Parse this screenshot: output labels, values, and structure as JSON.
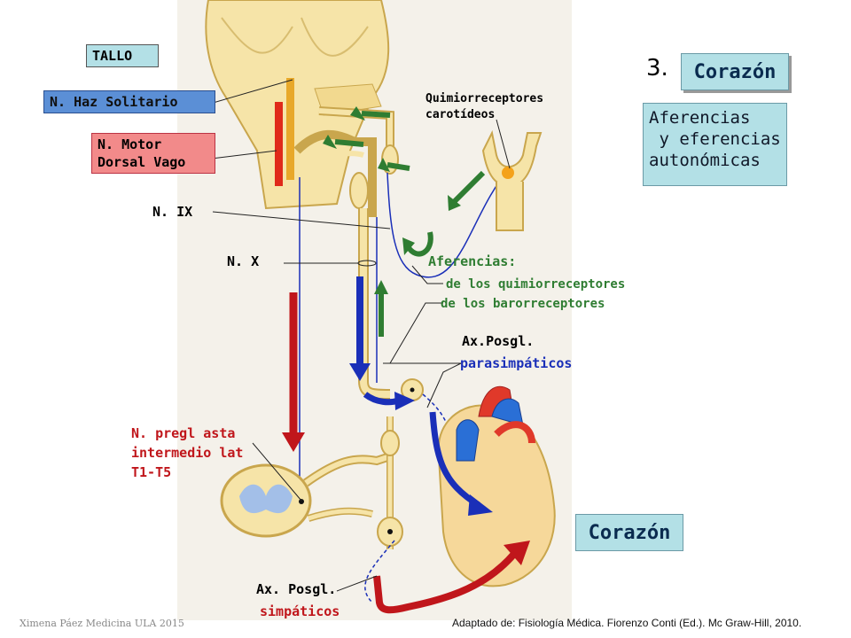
{
  "labels": {
    "tallo": "TALLO",
    "haz_solitario": "N. Haz Solitario",
    "motor_line1": "N. Motor",
    "motor_line2": "Dorsal Vago",
    "n_ix": "N. IX",
    "n_x": "N. X",
    "quimio_line1": "Quimiorreceptores",
    "quimio_line2": "carotídeos",
    "aferencias": "Aferencias:",
    "af_quimio": "de los quimiorreceptores",
    "af_baro": "de los barorreceptores",
    "ax_posgl_para_1": "Ax.Posgl.",
    "ax_posgl_para_2": "parasimpáticos",
    "pregl_1": "N. pregl asta",
    "pregl_2": "intermedio lat",
    "pregl_3": "T1-T5",
    "ax_posgl_simp_1": "Ax. Posgl.",
    "ax_posgl_simp_2": "simpáticos"
  },
  "title": {
    "number": "3.",
    "heading": "Corazón",
    "box_line1": "Aferencias",
    "box_line2": " y eferencias",
    "box_line3": "autonómicas"
  },
  "heart_label": "Corazón",
  "footer": {
    "left": "Ximena Páez Medicina ULA 2015",
    "right": "Adaptado de: Fisiología Médica. Fiorenzo Conti (Ed.). Mc Graw-Hill,  2010."
  },
  "colors": {
    "label_box_blue": "#b3e0e6",
    "nucleus_blue": "#5b8fd6",
    "nucleus_red": "#f28a8a",
    "afferent_green": "#2f7d32",
    "efferent_red": "#c0161b",
    "parasympathetic_blue": "#1a2fb8",
    "tissue_yellow": "#f6e4a8"
  }
}
